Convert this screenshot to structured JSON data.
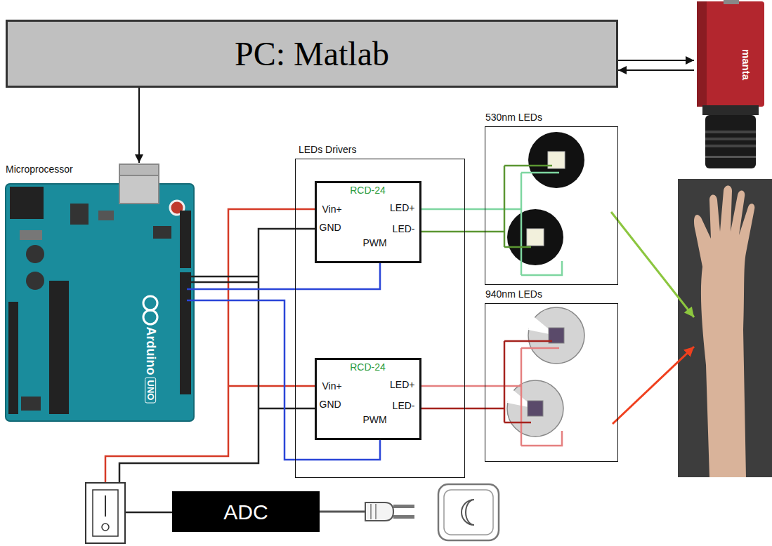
{
  "diagram": {
    "nodes": [
      {
        "text": [
          "PC: Matlab"
        ]
      },
      {
        "text": [
          "manta"
        ]
      },
      {
        "text": [
          "Microprocessor"
        ]
      },
      {
        "text": [
          "LEDs Drivers"
        ]
      },
      {
        "text": [
          "RCD-24",
          "Vin+",
          "GND",
          "PWM",
          "LED+",
          "LED-"
        ],
        "in": 3
      },
      {
        "text": [
          "RCD-24",
          "Vin+",
          "GND",
          "PWM",
          "LED+",
          "LED-"
        ],
        "in": 3
      },
      {
        "text": [
          "530nm LEDs"
        ]
      },
      {
        "text": [
          "940nm LEDs"
        ]
      },
      {
        "text": [
          "ADC"
        ]
      }
    ],
    "edges": [
      {
        "from": 0,
        "to": 1,
        "arrow": "to"
      },
      {
        "from": 1,
        "to": 0,
        "arrow": "to"
      },
      {
        "from": 0,
        "to": 2,
        "arrow": "to"
      },
      {
        "from": 2,
        "to": 4,
        "arrow": "none"
      },
      {
        "from": 2,
        "to": 5,
        "arrow": "none"
      },
      {
        "from": 4,
        "to": 6,
        "arrow": "none"
      },
      {
        "from": 4,
        "to": 6,
        "arrow": "none"
      },
      {
        "from": 5,
        "to": 7,
        "arrow": "none"
      },
      {
        "from": 5,
        "to": 7,
        "arrow": "none"
      }
    ],
    "labels": [
      "Arduino",
      "UNO"
    ]
  }
}
